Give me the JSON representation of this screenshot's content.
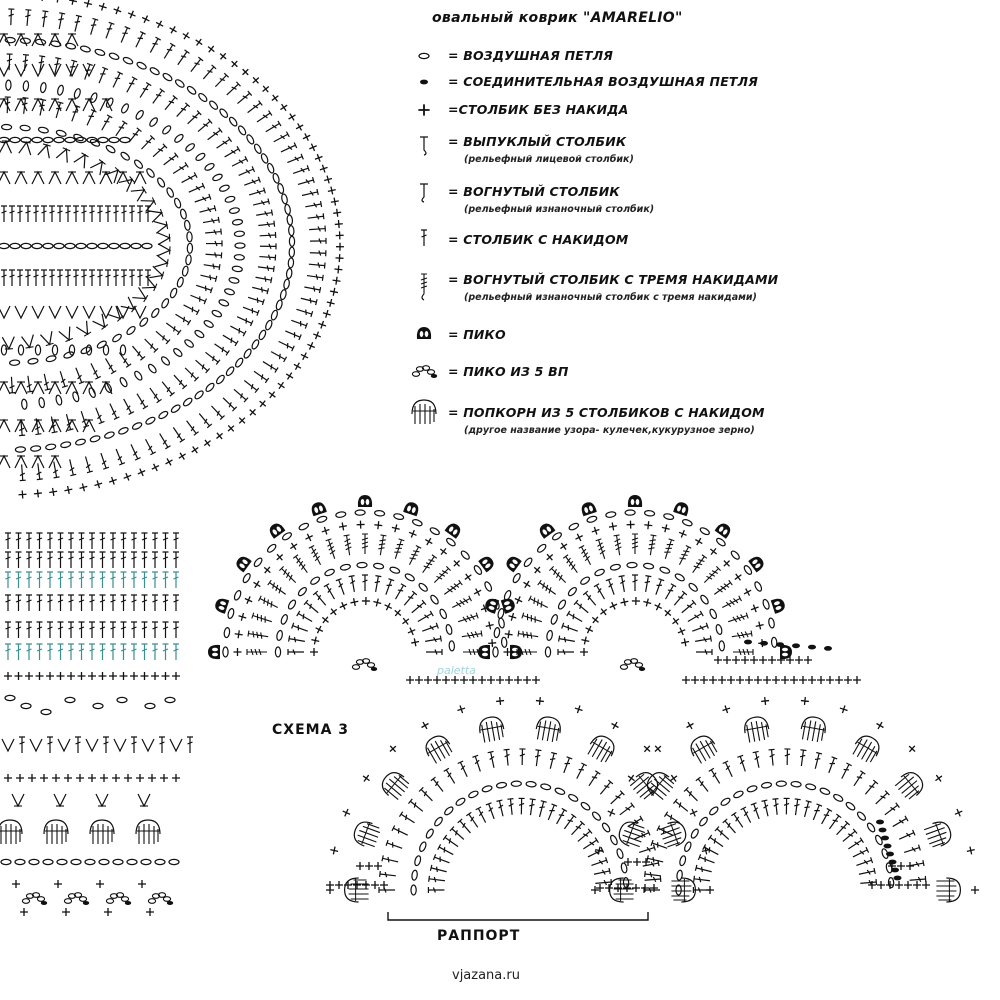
{
  "title": "овальный коврик \"AMARELIO\"",
  "legend": [
    {
      "symbol": "chain-icon",
      "text": "= ВОЗДУШНАЯ ПЕТЛЯ",
      "note": ""
    },
    {
      "symbol": "slip-stitch-icon",
      "text": "= СОЕДИНИТЕЛЬНАЯ ВОЗДУШНАЯ ПЕТЛЯ",
      "note": ""
    },
    {
      "symbol": "single-crochet-icon",
      "text": "=СТОЛБИК БЕЗ НАКИДА",
      "note": ""
    },
    {
      "symbol": "front-post-icon",
      "text": "= ВЫПУКЛЫЙ СТОЛБИК",
      "note": "(рельефный лицевой столбик)"
    },
    {
      "symbol": "back-post-icon",
      "text": "= ВОГНУТЫЙ СТОЛБИК",
      "note": "(рельефный изнаночный столбик)"
    },
    {
      "symbol": "double-crochet-icon",
      "text": "=    СТОЛБИК С НАКИДОМ",
      "note": ""
    },
    {
      "symbol": "back-post-triple-icon",
      "text": "= ВОГНУТЫЙ СТОЛБИК С ТРЕМЯ НАКИДАМИ",
      "note": "(рельефный изнаночный столбик с тремя накидами)"
    },
    {
      "symbol": "picot-icon",
      "text": "= ПИКО",
      "note": ""
    },
    {
      "symbol": "picot-5-icon",
      "text": "= ПИКО ИЗ 5 ВП",
      "note": ""
    },
    {
      "symbol": "popcorn-icon",
      "text": "= ПОПКОРН ИЗ 5 СТОЛБИКОВ С НАКИДОМ",
      "note": "(другое название узора- кулечек,кукурузное зерно)"
    }
  ],
  "scheme_label": "СХЕМА 3",
  "repeat_label": "РАППОРТ",
  "watermark": "paletta",
  "site": "vjazana.ru"
}
